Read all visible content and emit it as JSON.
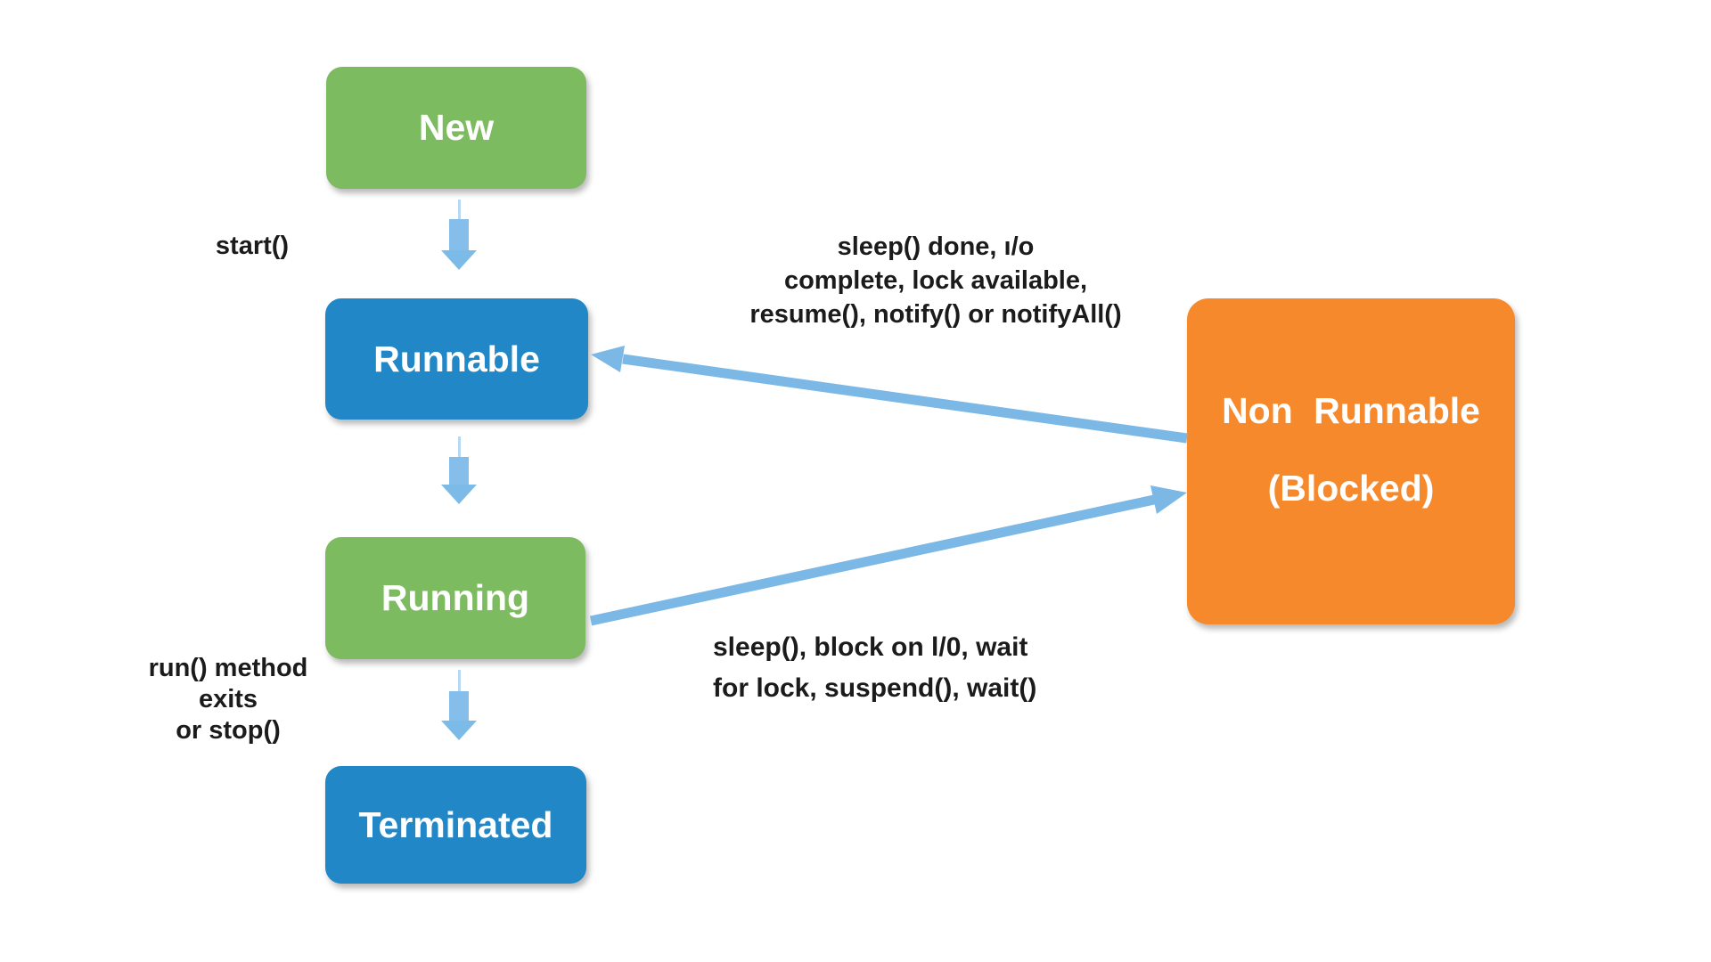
{
  "diagram": {
    "type": "state-transition-diagram",
    "nodes": [
      {
        "id": "new",
        "label": "New",
        "color": "#7cbb5f"
      },
      {
        "id": "runnable",
        "label": "Runnable",
        "color": "#2187c6"
      },
      {
        "id": "running",
        "label": "Running",
        "color": "#7cbb5f"
      },
      {
        "id": "terminated",
        "label": "Terminated",
        "color": "#2187c6"
      },
      {
        "id": "non_runnable",
        "label": "Non Runnable",
        "sublabel": "(Blocked)",
        "color": "#f6892b"
      }
    ],
    "edges": [
      {
        "from": "new",
        "to": "runnable",
        "label_lines": [
          "start()"
        ]
      },
      {
        "from": "runnable",
        "to": "running",
        "label_lines": []
      },
      {
        "from": "running",
        "to": "terminated",
        "label_lines": [
          "run() method",
          "exits",
          "or stop()"
        ]
      },
      {
        "from": "non_runnable",
        "to": "runnable",
        "label_lines": [
          "sleep() done, ı/o",
          "complete, lock available,",
          "resume(), notify() or notifyAll()"
        ]
      },
      {
        "from": "running",
        "to": "non_runnable",
        "label_lines": [
          "sleep(), block on l/0, wait",
          "for lock, suspend(), wait()"
        ]
      }
    ],
    "colors": {
      "background": "#ffffff",
      "node_text": "#ffffff",
      "label_text": "#1b1b1b",
      "arrow": "#7cb8e6",
      "arrow_body": "#85beea",
      "arrow_stem": "#b9d9f3",
      "green": "#7cbb5f",
      "blue": "#2187c6",
      "orange": "#f6892b"
    }
  }
}
